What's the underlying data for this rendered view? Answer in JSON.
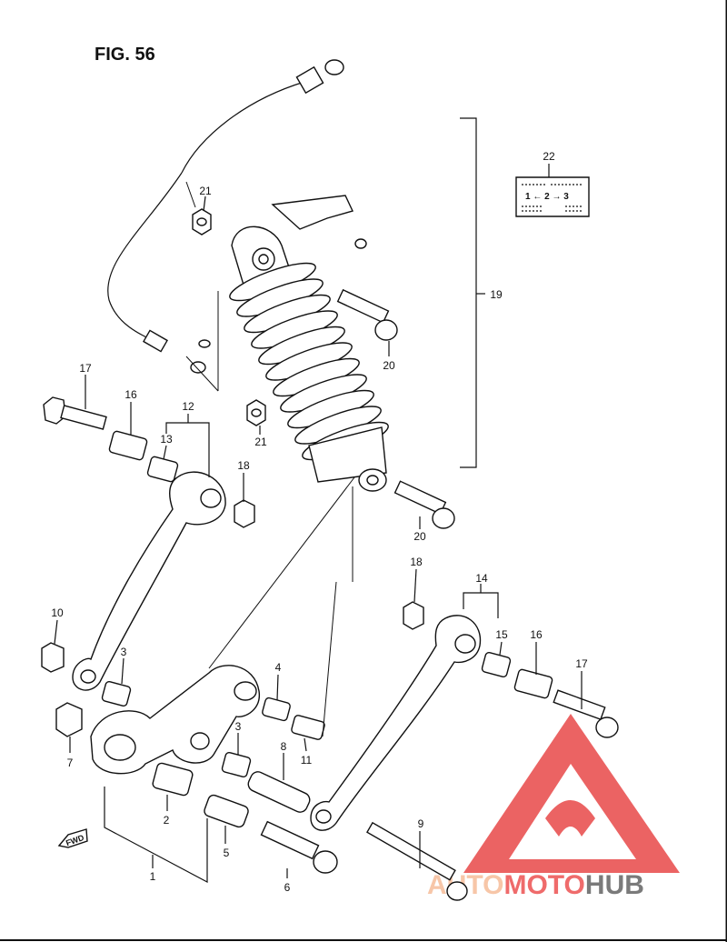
{
  "figure": {
    "title": "FIG. 56"
  },
  "label22": {
    "text": "1 ← 2 → 3"
  },
  "fwd": {
    "text": "FWD"
  },
  "watermark": {
    "part1": "AUTO",
    "part2": "MOTO",
    "part3": "HUB",
    "color1": "#f7c6a8",
    "color2": "#ef6b6b",
    "color3": "#7a7a7a",
    "logo_color": "#e84848"
  },
  "callouts": [
    {
      "id": "c22a",
      "num": "22"
    },
    {
      "id": "c21a",
      "num": "21"
    },
    {
      "id": "c19",
      "num": "19"
    },
    {
      "id": "c20a",
      "num": "20"
    },
    {
      "id": "c17a",
      "num": "17"
    },
    {
      "id": "c16a",
      "num": "16"
    },
    {
      "id": "c12",
      "num": "12"
    },
    {
      "id": "c13",
      "num": "13"
    },
    {
      "id": "c21b",
      "num": "21"
    },
    {
      "id": "c18a",
      "num": "18"
    },
    {
      "id": "c20b",
      "num": "20"
    },
    {
      "id": "c18b",
      "num": "18"
    },
    {
      "id": "c14",
      "num": "14"
    },
    {
      "id": "c15",
      "num": "15"
    },
    {
      "id": "c16b",
      "num": "16"
    },
    {
      "id": "c17b",
      "num": "17"
    },
    {
      "id": "c10",
      "num": "10"
    },
    {
      "id": "c3a",
      "num": "3"
    },
    {
      "id": "c4",
      "num": "4"
    },
    {
      "id": "c7",
      "num": "7"
    },
    {
      "id": "c3b",
      "num": "3"
    },
    {
      "id": "c8",
      "num": "8"
    },
    {
      "id": "c11",
      "num": "11"
    },
    {
      "id": "c2",
      "num": "2"
    },
    {
      "id": "c5",
      "num": "5"
    },
    {
      "id": "c9",
      "num": "9"
    },
    {
      "id": "c1",
      "num": "1"
    },
    {
      "id": "c6",
      "num": "6"
    }
  ]
}
